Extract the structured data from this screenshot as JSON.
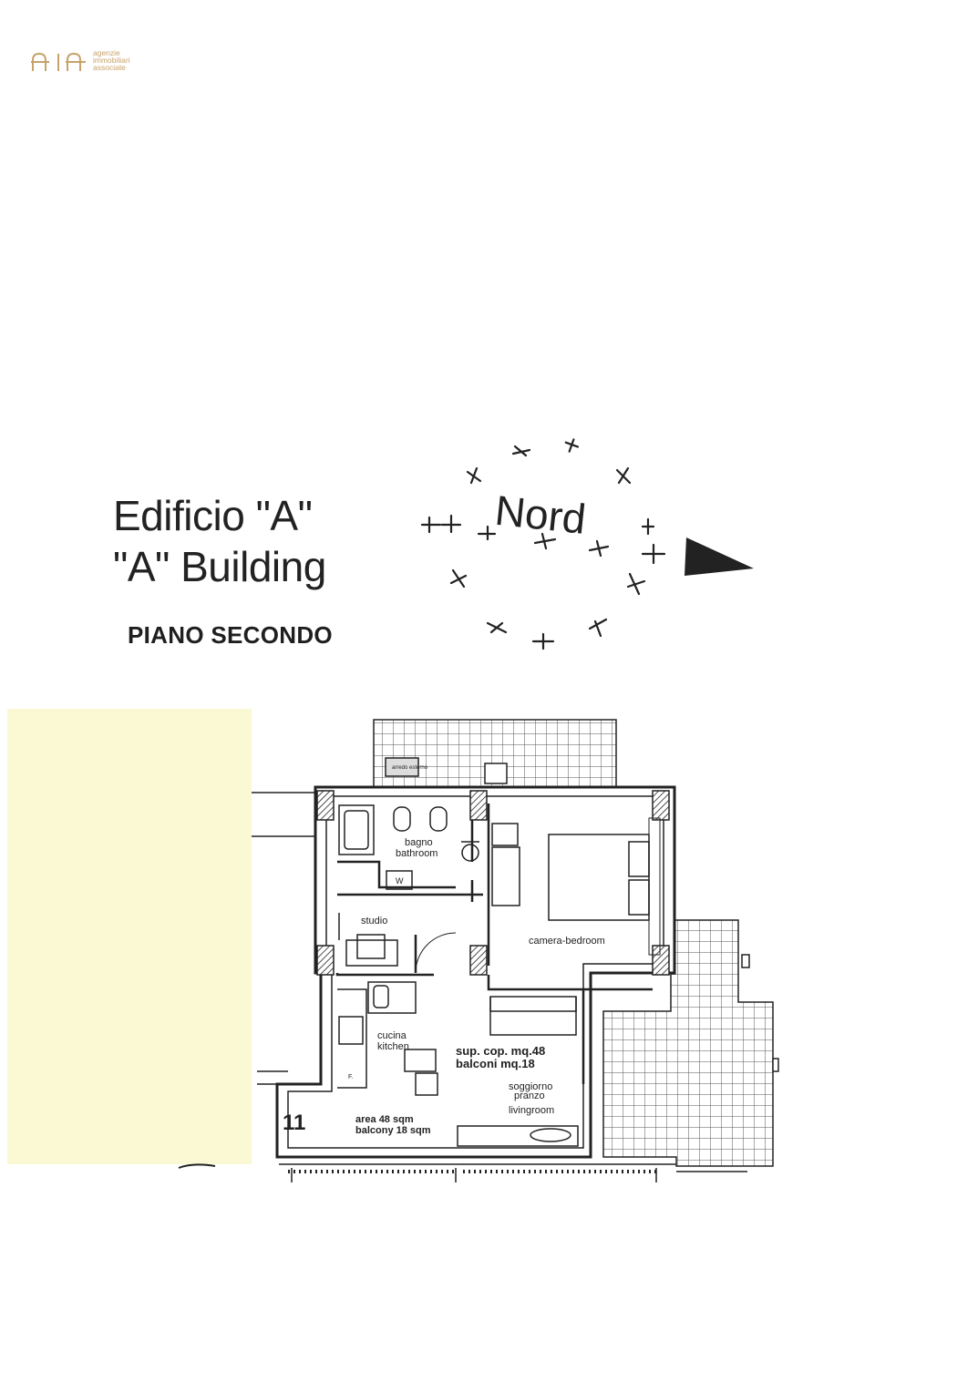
{
  "logo": {
    "mark": "AIA",
    "line1": "agenzie",
    "line2": "immobiliari",
    "line3": "associate",
    "color": "#c7a36a"
  },
  "header": {
    "title_it": "Edificio \"A\"",
    "title_en": "\"A\" Building",
    "floor": "PIANO SECONDO"
  },
  "compass": {
    "label": "Nord",
    "arrow_icon": "north-arrow-icon"
  },
  "plan": {
    "unit_number": "11",
    "rooms": {
      "bathroom_it": "bagno",
      "bathroom_en": "bathroom",
      "washer": "W",
      "study": "studio",
      "bedroom": "camera-bedroom",
      "kitchen_it": "cucina",
      "kitchen_en": "kitchen",
      "fridge": "F.",
      "living_it1": "soggiorno",
      "living_it2": "pranzo",
      "living_en": "livingroom"
    },
    "storage": "arredo esterno",
    "areas": {
      "it_line1": "sup. cop. mq.48",
      "it_line2": "balconi mq.18",
      "en_line1": "area 48 sqm",
      "en_line2": "balcony 18 sqm"
    },
    "highlight_color": "#fbf8d4"
  }
}
